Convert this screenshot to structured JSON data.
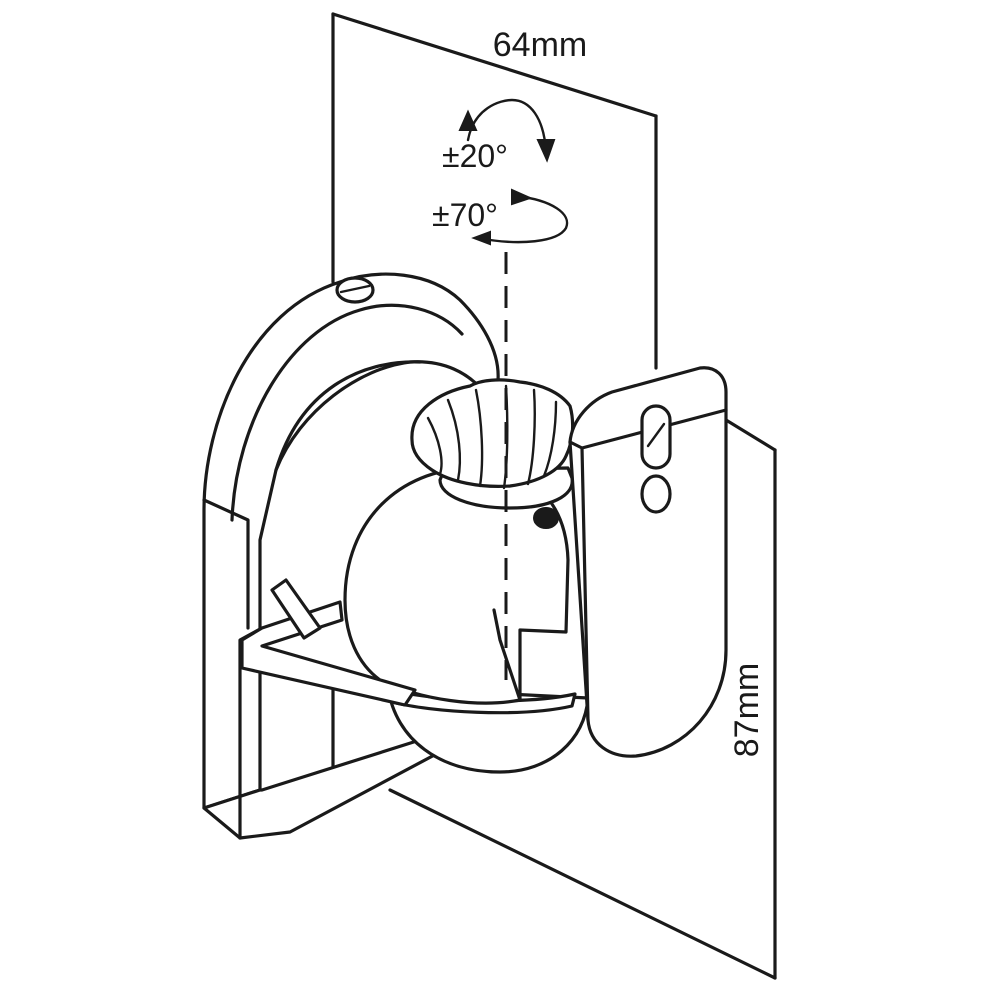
{
  "dimensions": {
    "width_label": "64mm",
    "height_label": "87mm"
  },
  "rotation": {
    "tilt_label": "±20°",
    "swivel_label": "±70°"
  },
  "colors": {
    "line": "#1a1a1a",
    "background": "#ffffff"
  },
  "icons": {
    "tilt": "curved-arrow-icon",
    "swivel": "elliptical-arrow-icon"
  }
}
